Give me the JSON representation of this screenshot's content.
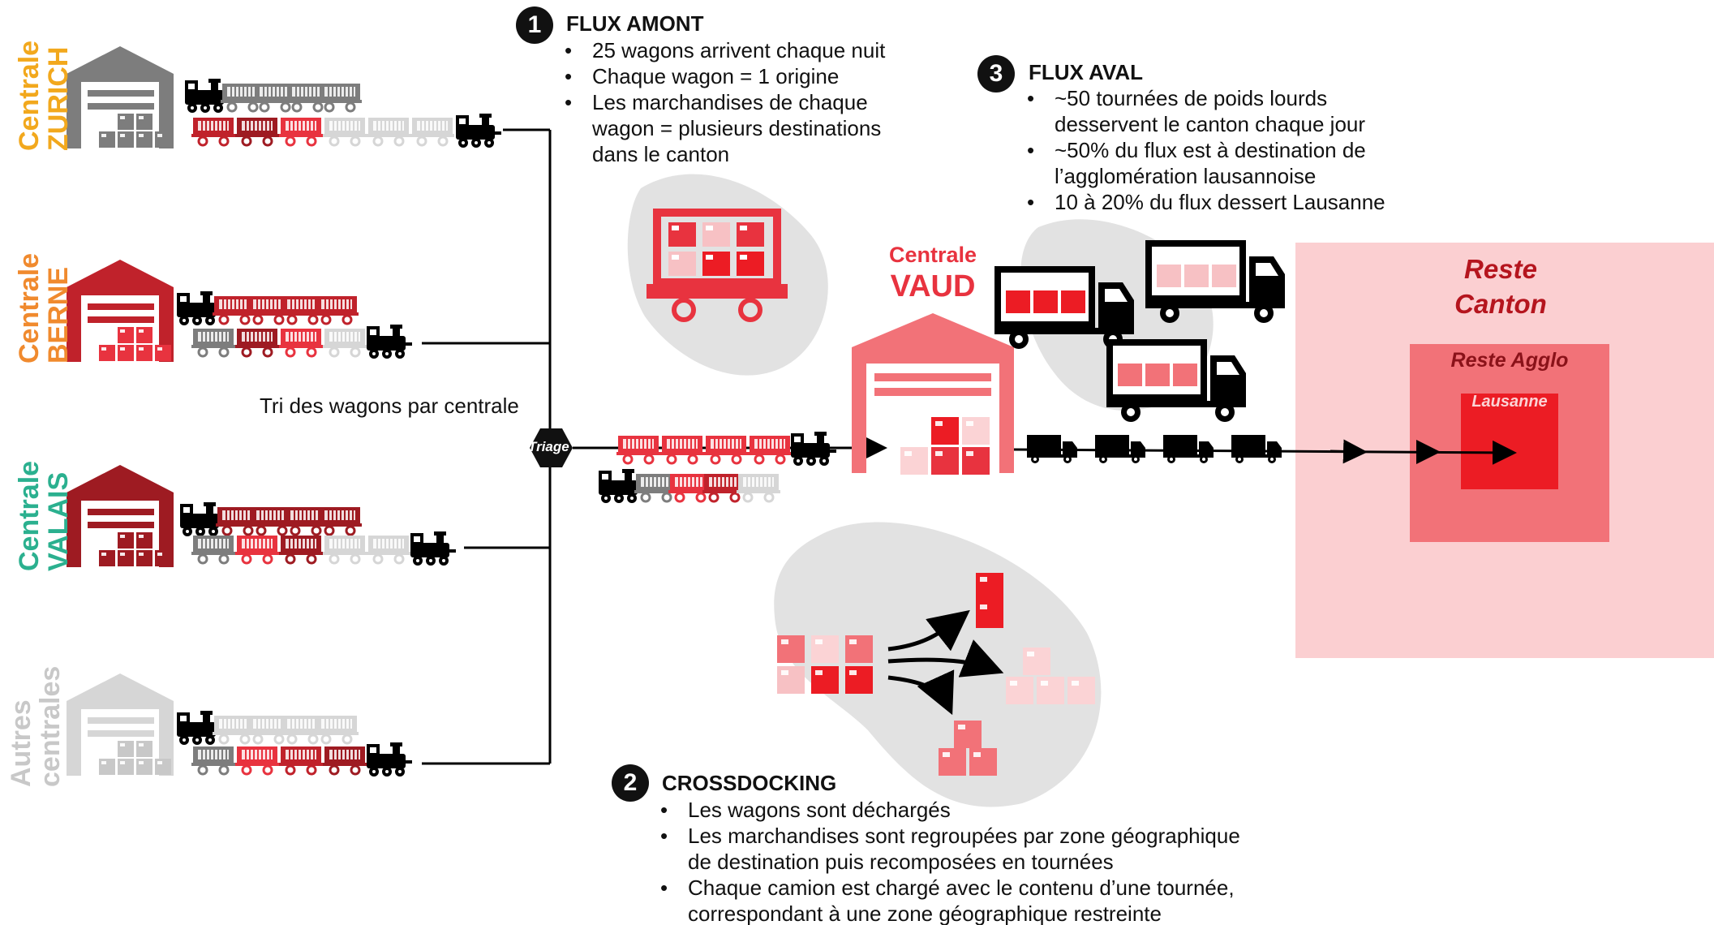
{
  "sources": [
    {
      "word1": "Centrale",
      "word2": "ZURICH",
      "color": "#f2a81d"
    },
    {
      "word1": "Centrale",
      "word2": "BERNE",
      "color": "#f08a2e"
    },
    {
      "word1": "Centrale",
      "word2": "VALAIS",
      "color": "#2bb08f"
    },
    {
      "word1": "Autres",
      "word2": "centrales",
      "color": "#c8c8c8"
    }
  ],
  "triage": {
    "label": "Triage",
    "caption": "Tri des wagons par centrale"
  },
  "step1": {
    "number": "1",
    "title": "FLUX AMONT",
    "bullets": [
      "25 wagons arrivent chaque nuit",
      "Chaque wagon = 1 origine",
      "Les marchandises de chaque\nwagon = plusieurs destinations\ndans le canton"
    ]
  },
  "step2": {
    "number": "2",
    "title": "CROSSDOCKING",
    "bullets": [
      "Les wagons sont déchargés",
      "Les marchandises sont regroupées par zone géographique\nde destination puis recomposées en tournées",
      "Chaque camion est chargé avec le contenu d’une tournée,\ncorrespondant à une zone géographique restreinte"
    ]
  },
  "step3": {
    "number": "3",
    "title": "FLUX AVAL",
    "bullets": [
      "~50 tournées de poids lourds\ndesservent le canton chaque jour",
      "~50% du flux est à destination de\nl’agglomération lausannoise",
      "10 à 20% du flux dessert Lausanne"
    ]
  },
  "vaud": {
    "line1": "Centrale",
    "line2": "VAUD"
  },
  "zones": {
    "outer": "Reste\nCanton",
    "middle": "Reste Agglo",
    "inner": "Lausanne"
  },
  "colors": {
    "red": "#e8333f",
    "dark_red": "#9e1b22",
    "mid_red": "#c0222b",
    "light_red": "#f2a0a4",
    "pale_red": "#fbd3d5",
    "gray": "#7d7d7d",
    "light_gray": "#d6d6d6",
    "blob_gray": "#e2e2e2",
    "zone_outer": "#fbcfd1",
    "zone_middle": "#f27278",
    "zone_inner": "#ec1c24"
  },
  "icons": [
    "warehouse-icon",
    "wagon-icon",
    "locomotive-icon",
    "truck-icon",
    "box-icon",
    "triage-hexagon-icon",
    "flow-arrow-icon"
  ]
}
